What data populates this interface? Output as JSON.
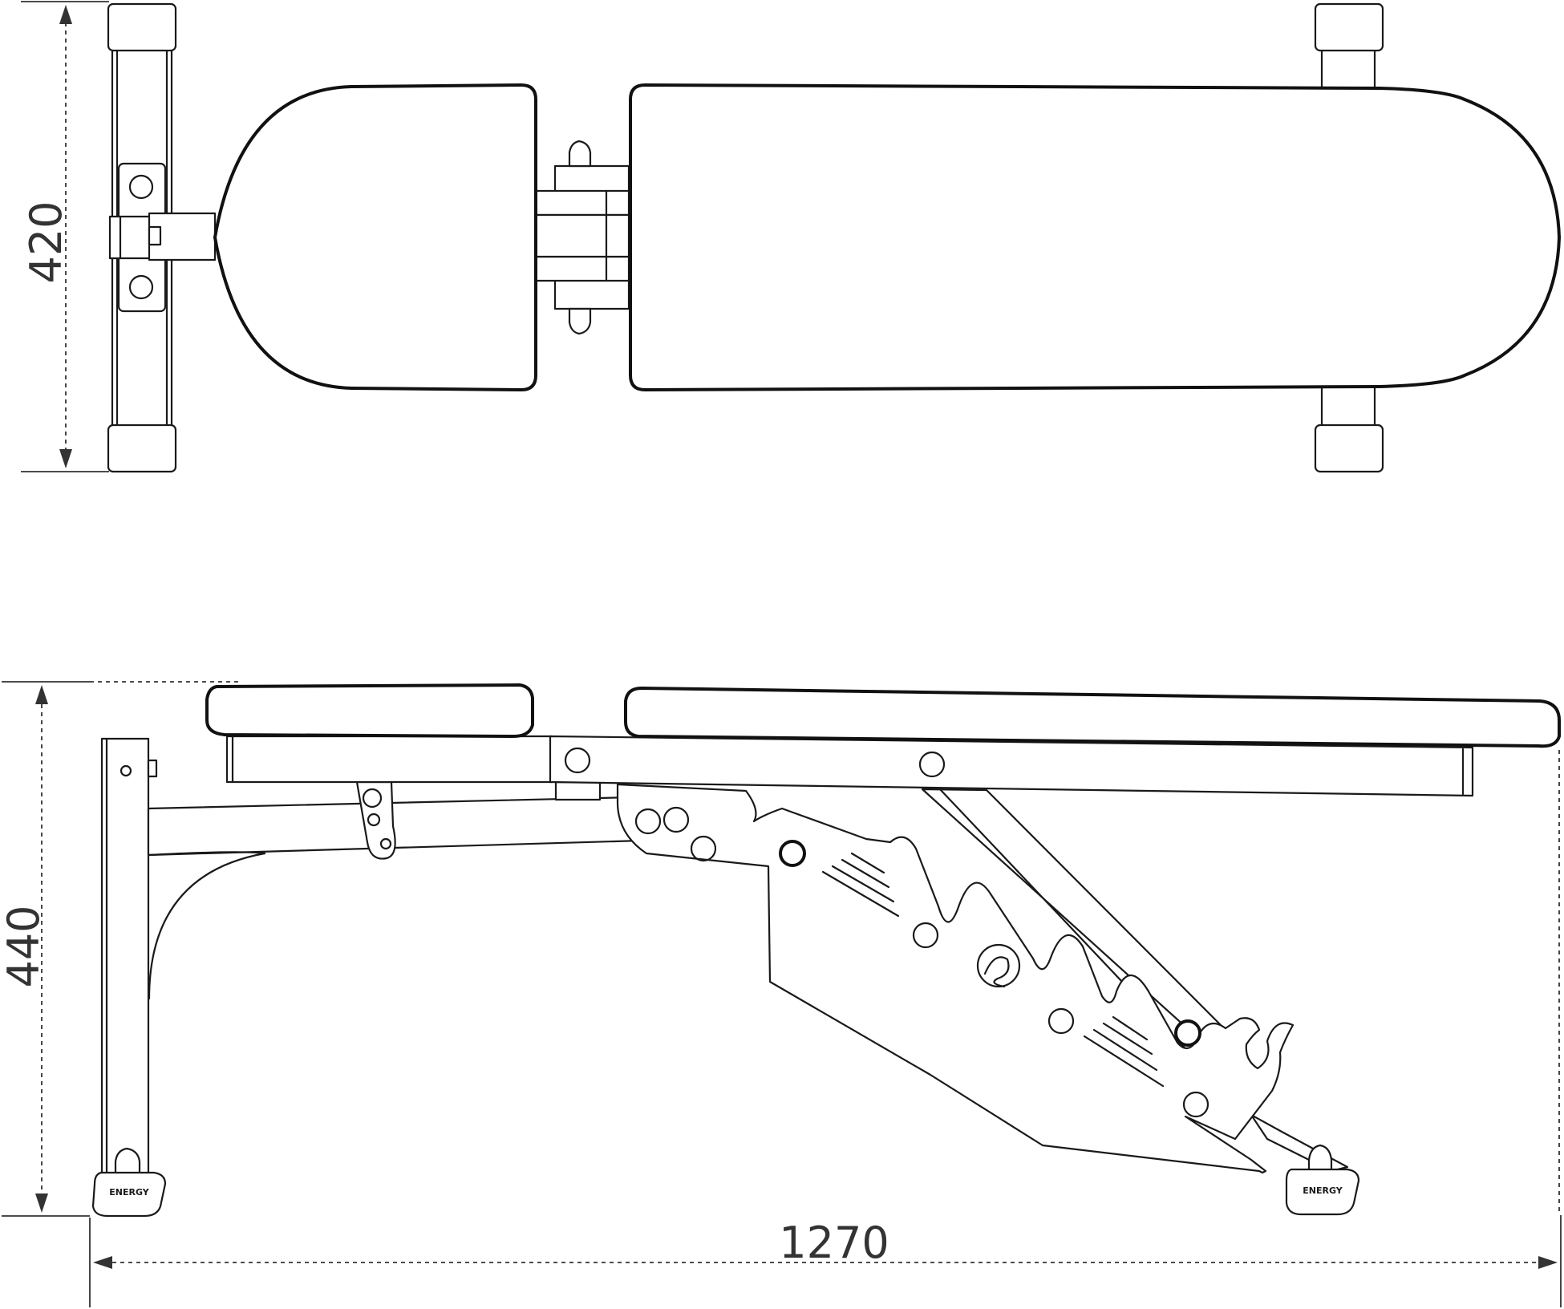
{
  "top_view": {
    "width_dimension": "420"
  },
  "side_view": {
    "height_dimension": "440",
    "length_dimension": "1270",
    "foot_brand_left": "ENERGY",
    "foot_brand_right": "ENERGY"
  },
  "colors": {
    "line": "#1a1a1a",
    "dimension": "#333333",
    "background": "#ffffff"
  }
}
